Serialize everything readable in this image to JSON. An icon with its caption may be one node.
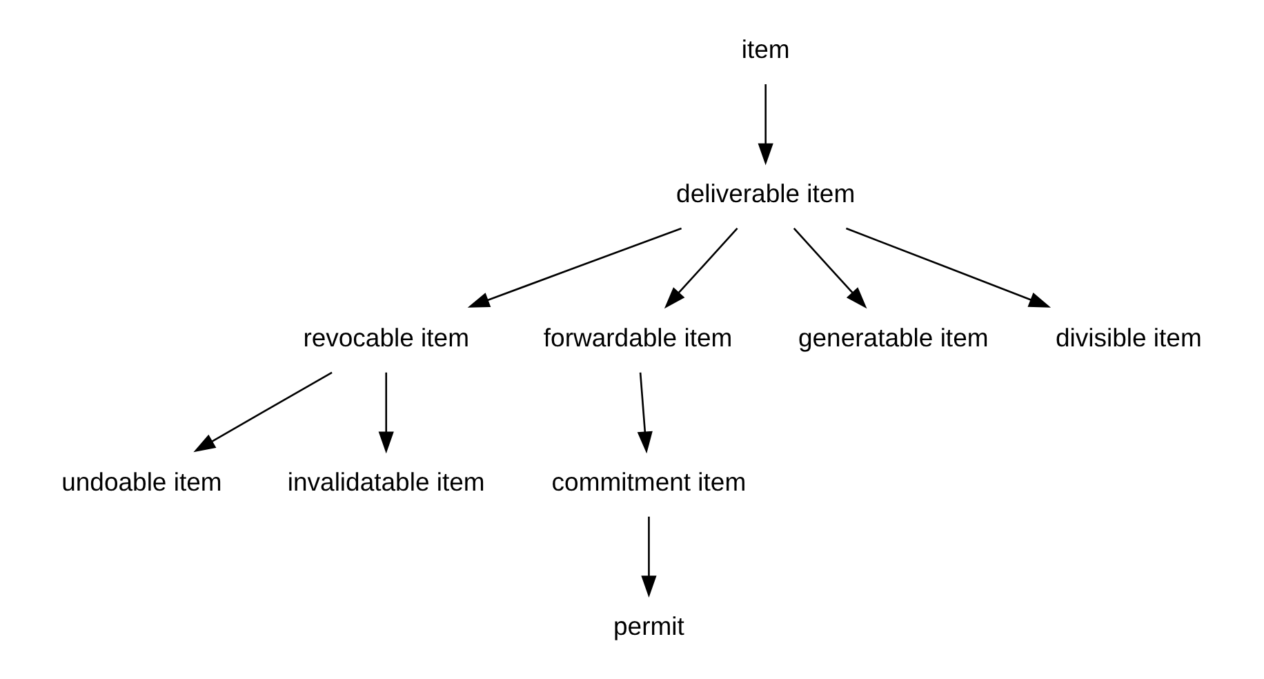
{
  "diagram": {
    "nodes": [
      {
        "text": [
          "item"
        ]
      },
      {
        "text": [
          "deliverable item"
        ]
      },
      {
        "text": [
          "revocable item"
        ]
      },
      {
        "text": [
          "forwardable item"
        ]
      },
      {
        "text": [
          "generatable item"
        ]
      },
      {
        "text": [
          "divisible item"
        ]
      },
      {
        "text": [
          "undoable item"
        ]
      },
      {
        "text": [
          "invalidatable item"
        ]
      },
      {
        "text": [
          "commitment item"
        ]
      },
      {
        "text": [
          "permit"
        ]
      }
    ],
    "edges": [
      {
        "from": 0,
        "to": 1,
        "arrow": "to"
      },
      {
        "from": 1,
        "to": 2,
        "arrow": "to"
      },
      {
        "from": 1,
        "to": 3,
        "arrow": "to"
      },
      {
        "from": 1,
        "to": 4,
        "arrow": "to"
      },
      {
        "from": 1,
        "to": 5,
        "arrow": "to"
      },
      {
        "from": 2,
        "to": 6,
        "arrow": "to"
      },
      {
        "from": 2,
        "to": 7,
        "arrow": "to"
      },
      {
        "from": 3,
        "to": 8,
        "arrow": "to"
      },
      {
        "from": 8,
        "to": 9,
        "arrow": "to"
      }
    ]
  }
}
